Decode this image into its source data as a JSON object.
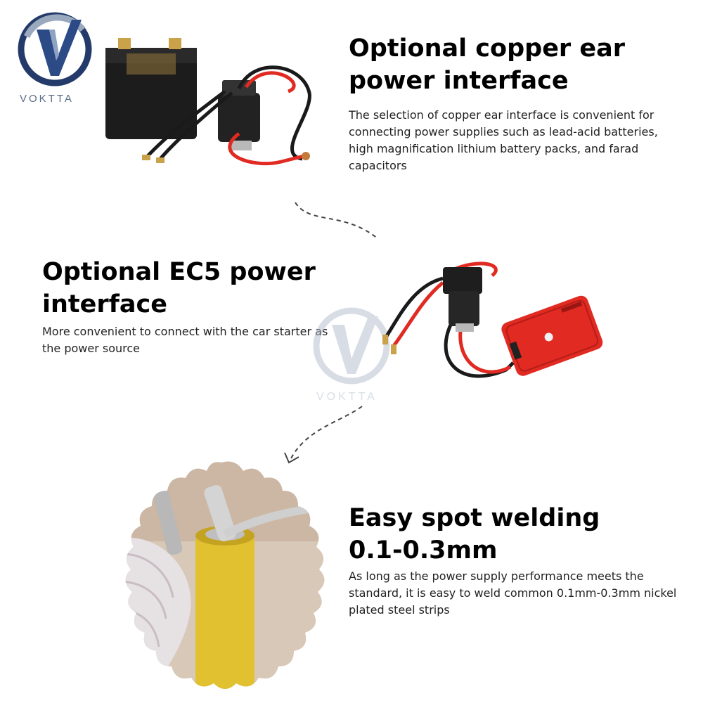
{
  "brand": {
    "name": "VOKTTA",
    "colors": {
      "navy": "#243a6b",
      "silver": "#aab6c6",
      "accent_red": "#e02a22"
    }
  },
  "sections": [
    {
      "title_line1": "Optional copper ear",
      "title_line2": "power interface",
      "description": "The selection of copper ear interface is convenient for connecting power supplies such as lead-acid batteries, high magnification lithium battery packs, and farad capacitors",
      "image_icon": "battery-with-relay-and-copper-ear-cables"
    },
    {
      "title_line1": "Optional EC5 power",
      "title_line2": "interface",
      "description": "More convenient to connect with the car starter as the power source",
      "image_icon": "red-car-jump-starter-with-relay-and-cables"
    },
    {
      "title_line1": "Easy spot welding",
      "title_line2": "0.1-0.3mm",
      "description": "As long as the power supply performance meets the standard, it is easy to weld common 0.1mm-0.3mm nickel plated steel strips",
      "image_icon": "yellow-cell-being-spot-welded"
    }
  ]
}
